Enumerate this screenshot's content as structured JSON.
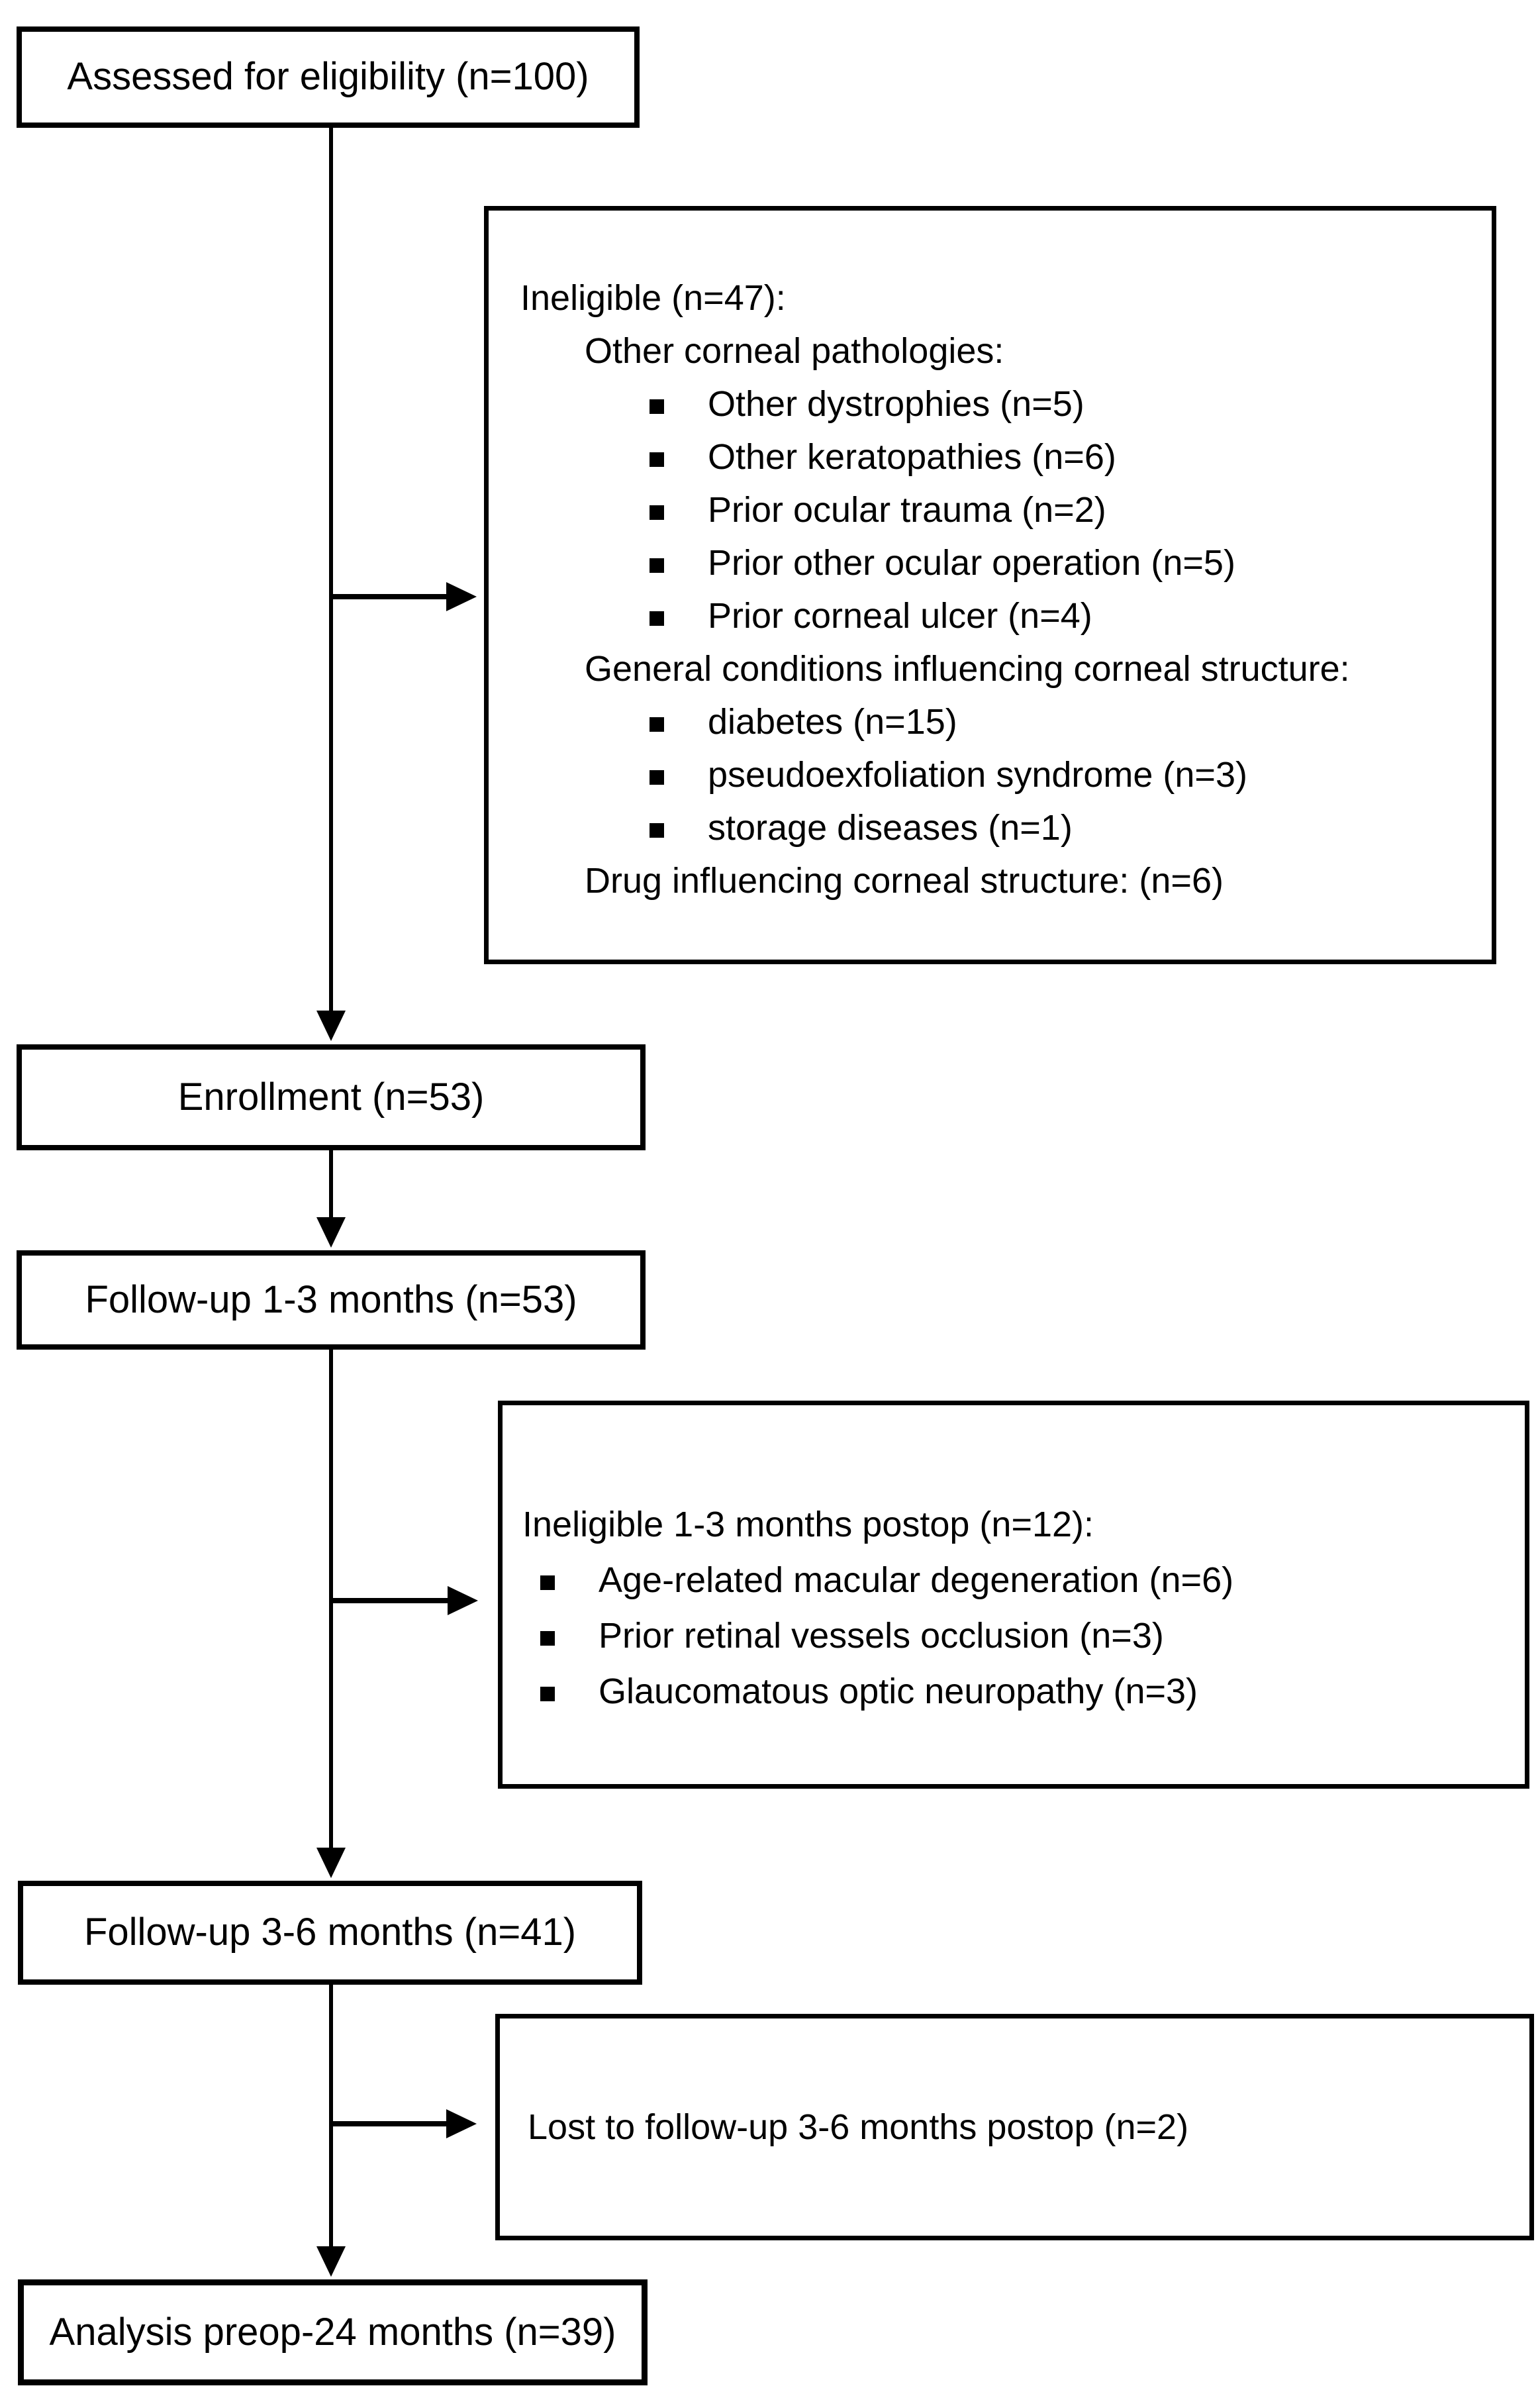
{
  "colors": {
    "ink": "#000000",
    "background": "#ffffff"
  },
  "flow": {
    "assessed": {
      "label": "Assessed for eligibility (n=100)"
    },
    "ineligible": {
      "title": "Ineligible (n=47):",
      "groups": [
        {
          "header": "Other corneal pathologies:",
          "items": [
            "Other dystrophies (n=5)",
            "Other keratopathies (n=6)",
            "Prior ocular trauma (n=2)",
            "Prior other ocular operation (n=5)",
            "Prior corneal ulcer (n=4)"
          ]
        },
        {
          "header": "General conditions influencing corneal structure:",
          "items": [
            "diabetes (n=15)",
            "pseudoexfoliation syndrome (n=3)",
            "storage diseases (n=1)"
          ]
        },
        {
          "header": "Drug influencing corneal structure: (n=6)",
          "items": []
        }
      ]
    },
    "enrollment": {
      "label": "Enrollment (n=53)"
    },
    "followup_1_3": {
      "label": "Follow-up 1-3 months (n=53)"
    },
    "ineligible_postop": {
      "title": "Ineligible 1-3 months postop (n=12):",
      "items": [
        "Age-related macular degeneration (n=6)",
        "Prior retinal vessels occlusion (n=3)",
        "Glaucomatous optic neuropathy (n=3)"
      ]
    },
    "followup_3_6": {
      "label": "Follow-up 3-6 months (n=41)"
    },
    "lost_followup": {
      "label": "Lost to follow-up 3-6 months postop (n=2)"
    },
    "analysis": {
      "label": "Analysis preop-24 months (n=39)"
    }
  }
}
